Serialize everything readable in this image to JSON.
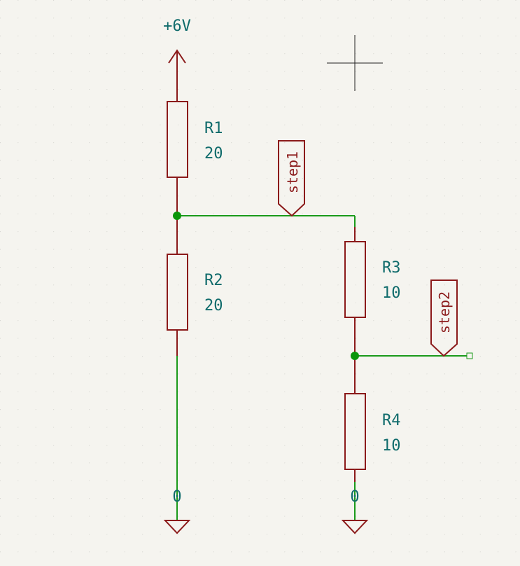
{
  "theme": {
    "background": "#f5f4ef",
    "grid_dot": "#c9c9c4",
    "wire": "#1a9a1a",
    "junction": "#0a960a",
    "symbol": "#8b1a1a",
    "label_text": "#0f6b6b",
    "net_label_text": "#8b1a1a"
  },
  "power": {
    "supply_label": "+6V",
    "ground_label_1": "0",
    "ground_label_2": "0"
  },
  "components": {
    "r1": {
      "ref": "R1",
      "value": "20"
    },
    "r2": {
      "ref": "R2",
      "value": "20"
    },
    "r3": {
      "ref": "R3",
      "value": "10"
    },
    "r4": {
      "ref": "R4",
      "value": "10"
    }
  },
  "net_labels": {
    "step1": "step1",
    "step2": "step2"
  }
}
